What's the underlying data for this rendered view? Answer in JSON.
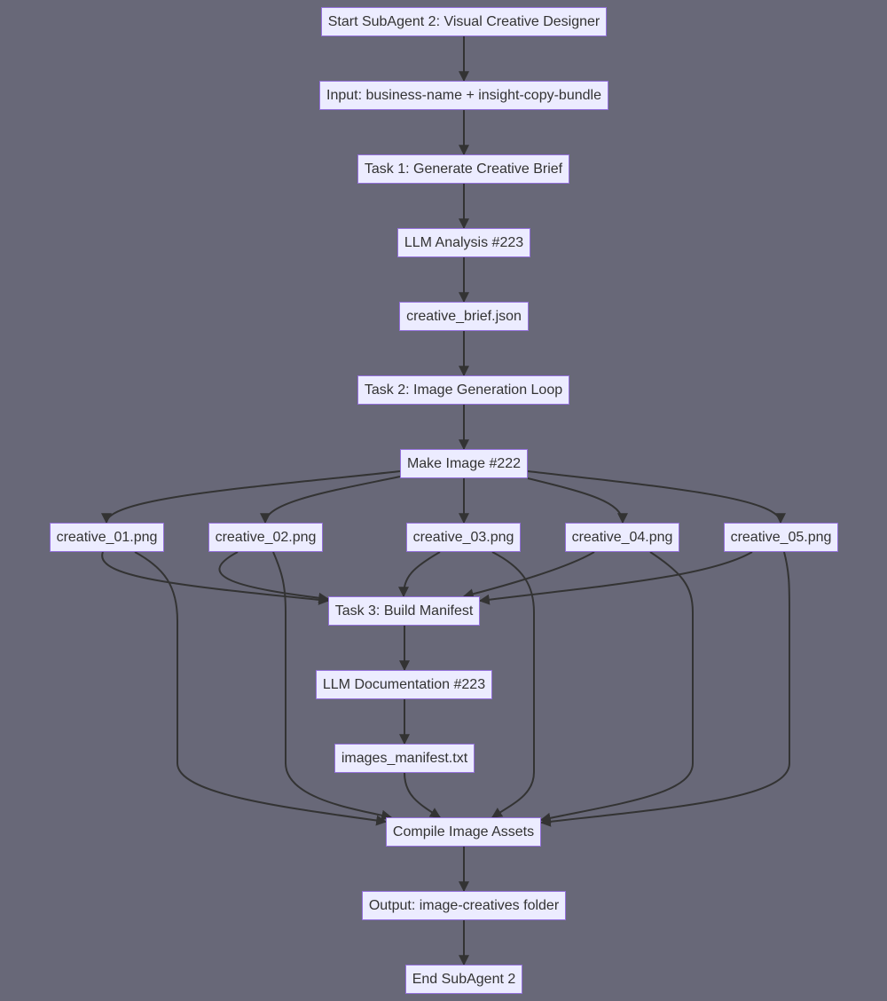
{
  "diagram": {
    "type": "flowchart",
    "direction": "top-down",
    "colors": {
      "background": "#686878",
      "node_fill": "#ececff",
      "node_border": "#9370db",
      "text": "#333333",
      "edge": "#333333"
    },
    "nodes": [
      {
        "id": "start",
        "label": "Start SubAgent 2: Visual Creative Designer"
      },
      {
        "id": "input",
        "label": "Input: business-name + insight-copy-bundle"
      },
      {
        "id": "task1",
        "label": "Task 1: Generate Creative Brief"
      },
      {
        "id": "llm_analysis",
        "label": "LLM Analysis #223"
      },
      {
        "id": "brief_json",
        "label": "creative_brief.json"
      },
      {
        "id": "task2",
        "label": "Task 2: Image Generation Loop"
      },
      {
        "id": "make_image",
        "label": "Make Image #222"
      },
      {
        "id": "c01",
        "label": "creative_01.png"
      },
      {
        "id": "c02",
        "label": "creative_02.png"
      },
      {
        "id": "c03",
        "label": "creative_03.png"
      },
      {
        "id": "c04",
        "label": "creative_04.png"
      },
      {
        "id": "c05",
        "label": "creative_05.png"
      },
      {
        "id": "task3",
        "label": "Task 3: Build Manifest"
      },
      {
        "id": "llm_doc",
        "label": "LLM Documentation #223"
      },
      {
        "id": "manifest",
        "label": "images_manifest.txt"
      },
      {
        "id": "compile",
        "label": "Compile Image Assets"
      },
      {
        "id": "output",
        "label": "Output: image-creatives folder"
      },
      {
        "id": "end",
        "label": "End SubAgent 2"
      }
    ],
    "edges": [
      {
        "from": "start",
        "to": "input"
      },
      {
        "from": "input",
        "to": "task1"
      },
      {
        "from": "task1",
        "to": "llm_analysis"
      },
      {
        "from": "llm_analysis",
        "to": "brief_json"
      },
      {
        "from": "brief_json",
        "to": "task2"
      },
      {
        "from": "task2",
        "to": "make_image"
      },
      {
        "from": "make_image",
        "to": "c01"
      },
      {
        "from": "make_image",
        "to": "c02"
      },
      {
        "from": "make_image",
        "to": "c03"
      },
      {
        "from": "make_image",
        "to": "c04"
      },
      {
        "from": "make_image",
        "to": "c05"
      },
      {
        "from": "c01",
        "to": "task3"
      },
      {
        "from": "c02",
        "to": "task3"
      },
      {
        "from": "c03",
        "to": "task3"
      },
      {
        "from": "c04",
        "to": "task3"
      },
      {
        "from": "c05",
        "to": "task3"
      },
      {
        "from": "task3",
        "to": "llm_doc"
      },
      {
        "from": "llm_doc",
        "to": "manifest"
      },
      {
        "from": "c01",
        "to": "compile"
      },
      {
        "from": "c02",
        "to": "compile"
      },
      {
        "from": "manifest",
        "to": "compile"
      },
      {
        "from": "c03",
        "to": "compile"
      },
      {
        "from": "c04",
        "to": "compile"
      },
      {
        "from": "c05",
        "to": "compile"
      },
      {
        "from": "compile",
        "to": "output"
      },
      {
        "from": "output",
        "to": "end"
      }
    ]
  }
}
